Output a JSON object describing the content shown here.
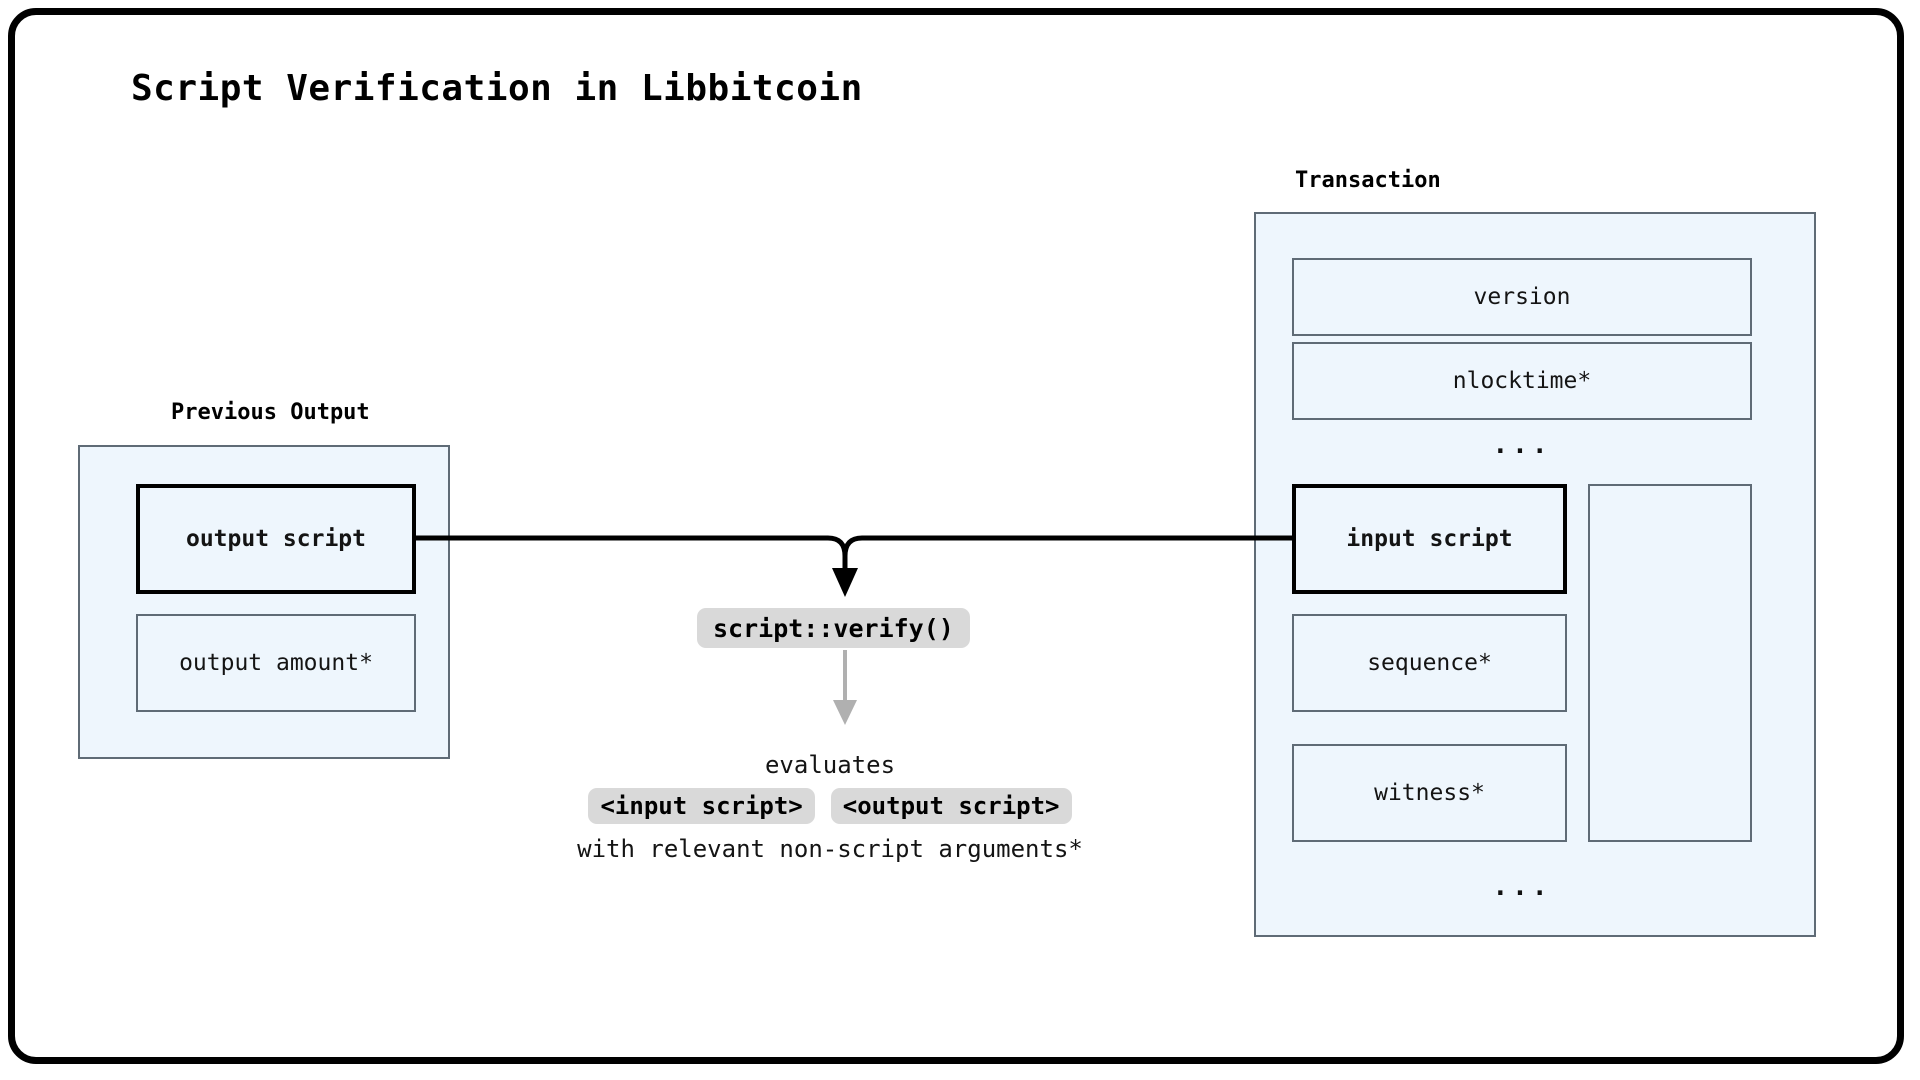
{
  "title": "Script Verification in Libbitcoin",
  "previous_output": {
    "caption": "Previous Output",
    "fields": [
      {
        "label": "output script",
        "highlight": true
      },
      {
        "label": "output amount*",
        "highlight": false
      }
    ]
  },
  "transaction": {
    "caption": "Transaction",
    "fields": [
      {
        "label": "version",
        "highlight": false
      },
      {
        "label": "nlocktime*",
        "highlight": false
      },
      {
        "label": "input script",
        "highlight": true
      },
      {
        "label": "sequence*",
        "highlight": false
      },
      {
        "label": "witness*",
        "highlight": false
      }
    ],
    "ellipsis_top": "...",
    "ellipsis_bottom": "...",
    "extra_input_label": ""
  },
  "center": {
    "verify_label": "script::verify()",
    "evaluates_lead": "evaluates",
    "evaluates_pills": [
      "<input script>",
      "<output script>"
    ],
    "evaluates_tail": "with relevant non-script arguments*"
  },
  "colors": {
    "frame_border": "#000000",
    "panel_fill": "#eef6fd",
    "panel_border": "#5f6b76",
    "highlight_border": "#000000",
    "pill_fill": "#d9d9d9",
    "wire_black": "#000000",
    "wire_gray": "#b0b0b0",
    "background": "#ffffff"
  }
}
